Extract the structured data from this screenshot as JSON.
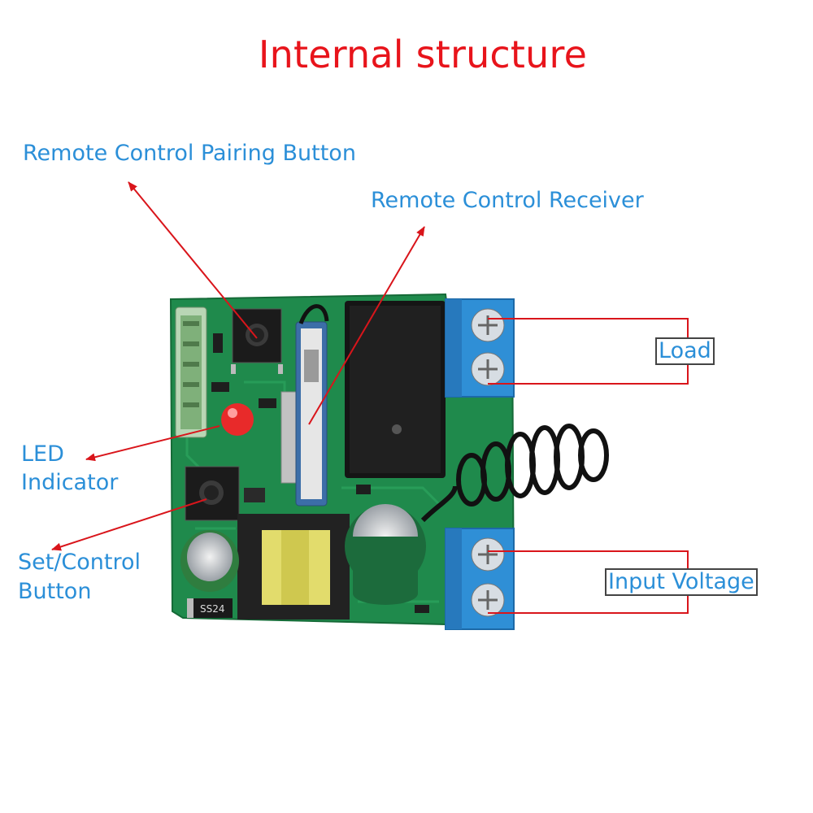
{
  "title": "Internal structure",
  "labels": {
    "pairing_button": "Remote Control Pairing Button",
    "receiver": "Remote Control Receiver",
    "led_line1": "LED",
    "led_line2": "Indicator",
    "set_line1": "Set/Control",
    "set_line2": "Button",
    "load": "Load",
    "input_voltage": "Input Voltage"
  },
  "component_markings": {
    "diode": "SS24"
  },
  "colors": {
    "title": "#e8141b",
    "label": "#2b8fd8",
    "arrow": "#d9151b",
    "pcb": "#1f8a4c",
    "terminal": "#2f8fd6"
  }
}
